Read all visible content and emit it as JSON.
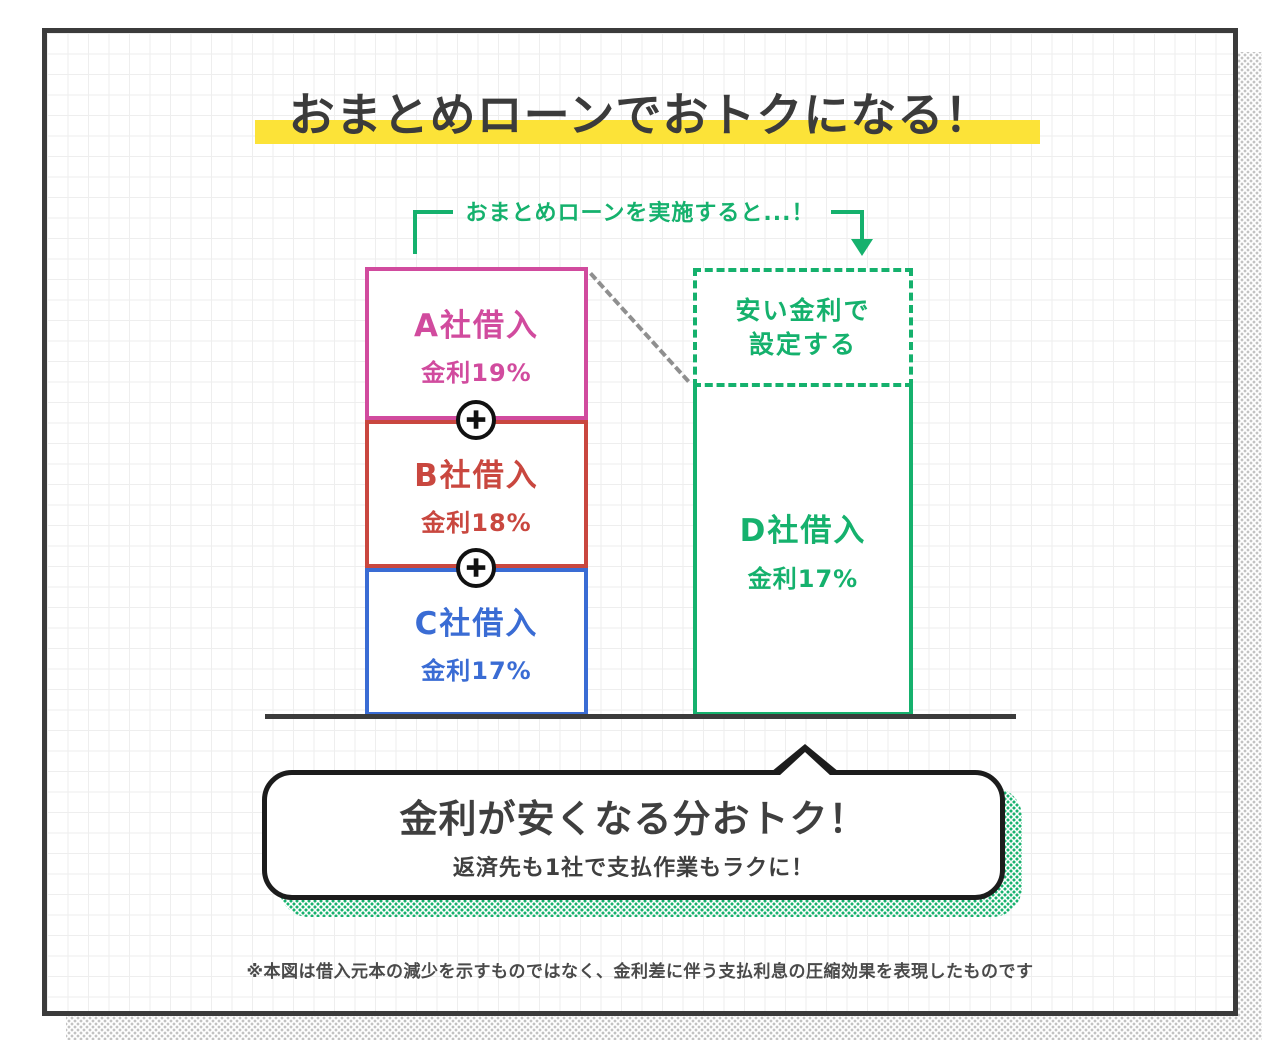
{
  "colors": {
    "frame_dark": "#3b3b3b",
    "highlight_yellow": "#fce338",
    "green": "#15b16d",
    "pink": "#d14b9e",
    "red": "#c9473f",
    "blue": "#3a6cd4",
    "dash_gray": "#8f8f8f"
  },
  "title": {
    "text": "おまとめローンでおトクになる！"
  },
  "annotation": {
    "label": "おまとめローンを実施すると...！"
  },
  "plus_icon": "+",
  "stack": {
    "boxes": [
      {
        "company": "A社借入",
        "rate": "金利19%"
      },
      {
        "company": "B社借入",
        "rate": "金利18%"
      },
      {
        "company": "C社借入",
        "rate": "金利17%"
      }
    ]
  },
  "result": {
    "dashed_label_line1": "安い金利で",
    "dashed_label_line2": "設定する",
    "company": "D社借入",
    "rate": "金利17%"
  },
  "bubble": {
    "headline": "金利が安くなる分おトク！",
    "subline": "返済先も1社で支払作業もラクに！"
  },
  "footnote": "※本図は借入元本の減少を示すものではなく、金利差に伴う支払利息の圧縮効果を表現したものです"
}
